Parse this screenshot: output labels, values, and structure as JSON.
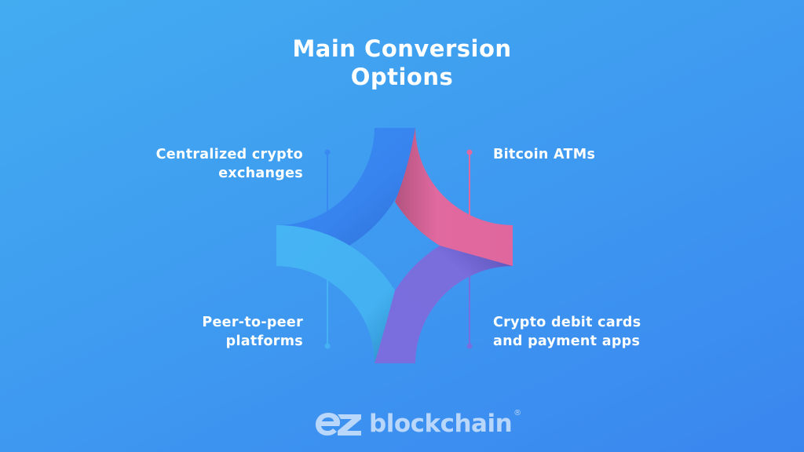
{
  "title": {
    "line1": "Main Conversion",
    "line2": "Options"
  },
  "options": [
    {
      "position": "top-left",
      "line1": "Centralized crypto",
      "line2": "exchanges",
      "color": "#3a88f2"
    },
    {
      "position": "top-right",
      "line1": "Bitcoin ATMs",
      "line2": "",
      "color": "#e0699f"
    },
    {
      "position": "bottom-left",
      "line1": "Peer-to-peer",
      "line2": "platforms",
      "color": "#45b3f3"
    },
    {
      "position": "bottom-right",
      "line1": "Crypto debit cards",
      "line2": "and payment apps",
      "color": "#7a6ede"
    }
  ],
  "logo": {
    "icon": "ez-logo-icon",
    "text": "blockchain",
    "registered": "®"
  },
  "colors": {
    "background_start": "#43acf1",
    "background_end": "#3a86ef",
    "text": "#ffffff",
    "logo": "#b9d6fb"
  }
}
